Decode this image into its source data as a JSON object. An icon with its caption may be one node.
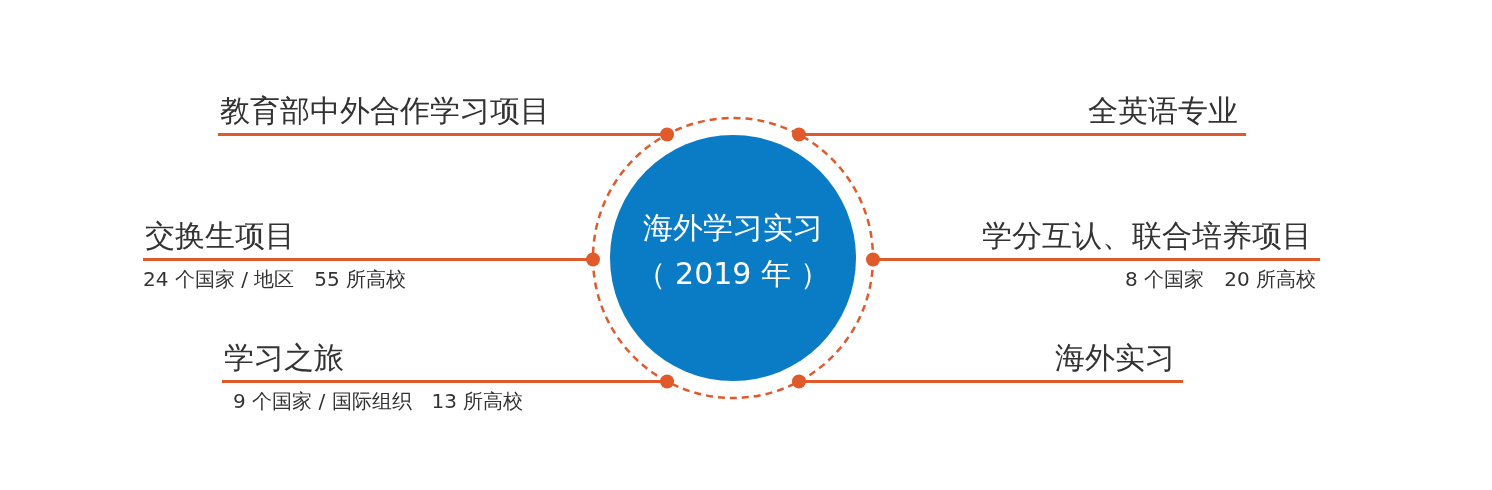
{
  "diagram": {
    "nodes": [
      {
        "text": [
          "海外学习实习",
          "（ 2019 年 ）"
        ]
      },
      {
        "text": [
          "教育部中外合作学习项目"
        ]
      },
      {
        "text": [
          "全英语专业"
        ]
      },
      {
        "text": [
          "交换生项目"
        ],
        "beside": [
          "24 个国家 / 地区",
          "55 所高校"
        ]
      },
      {
        "text": [
          "学分互认、联合培养项目"
        ],
        "beside": [
          "8 个国家",
          "20 所高校"
        ]
      },
      {
        "text": [
          "学习之旅"
        ],
        "beside": [
          "9 个国家 / 国际组织",
          "13 所高校"
        ]
      },
      {
        "text": [
          "海外实习"
        ]
      }
    ],
    "edges": [
      {
        "from": 0,
        "to": 1,
        "arrow": "other"
      },
      {
        "from": 0,
        "to": 2,
        "arrow": "other"
      },
      {
        "from": 0,
        "to": 3,
        "arrow": "other"
      },
      {
        "from": 0,
        "to": 4,
        "arrow": "other"
      },
      {
        "from": 0,
        "to": 5,
        "arrow": "other"
      },
      {
        "from": 0,
        "to": 6,
        "arrow": "other"
      }
    ]
  }
}
